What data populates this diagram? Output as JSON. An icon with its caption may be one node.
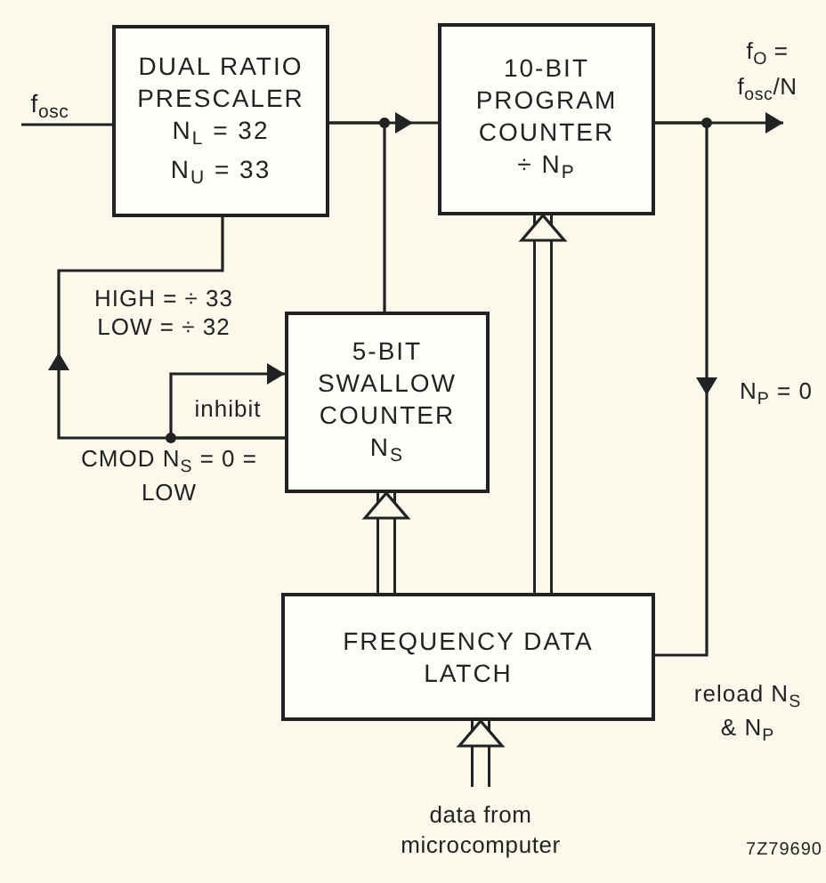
{
  "diagram": {
    "nodes": [
      {
        "text": [
          "f$_{osc}$"
        ]
      },
      {
        "text": [
          "DUAL RATIO PRESCALER",
          "N$_{L}$ = 32",
          "N$_{U}$ = 33"
        ]
      },
      {
        "text": [
          "10-BIT PROGRAM COUNTER",
          "÷ N$_{P}$"
        ]
      },
      {
        "text": [
          "f$_{O}$ = f$_{osc}$/N"
        ]
      },
      {
        "text": [
          "5-BIT SWALLOW COUNTER",
          "N$_{S}$"
        ]
      },
      {
        "text": [
          "FREQUENCY DATA LATCH"
        ]
      },
      {
        "text": [
          "data from microcomputer"
        ]
      }
    ],
    "edges": [
      {
        "from": 0,
        "to": 1,
        "arrow": "none"
      },
      {
        "from": 1,
        "to": 2,
        "arrow": "to"
      },
      {
        "from": 1,
        "to": 4,
        "arrow": "none"
      },
      {
        "from": 2,
        "to": 3,
        "arrow": "to"
      },
      {
        "from": 2,
        "to": 5,
        "arrow": "to",
        "label": "N$_{P}$ = 0"
      },
      {
        "from": 4,
        "to": 1,
        "arrow": "to",
        "label": "HIGH = ÷ 33 LOW = ÷ 32"
      },
      {
        "from": 4,
        "to": 4,
        "arrow": "to",
        "label": "inhibit"
      },
      {
        "from": 5,
        "to": 4,
        "arrow": "to",
        "style": "thick"
      },
      {
        "from": 5,
        "to": 2,
        "arrow": "to",
        "style": "thick"
      },
      {
        "from": 6,
        "to": 5,
        "arrow": "to",
        "style": "thick"
      }
    ],
    "labels": [
      "CMOD N$_{S}$ = 0 = LOW",
      "reload N$_{S}$ & N$_{P}$",
      "7Z79690"
    ]
  }
}
